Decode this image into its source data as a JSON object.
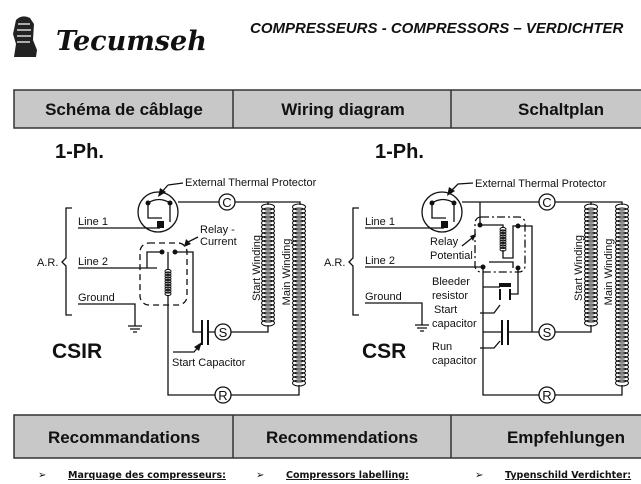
{
  "header": {
    "logo_text": "Tecumseh",
    "title": "COMPRESSEURS - COMPRESSORS – VERDICHTER"
  },
  "section1": {
    "columns": [
      "Schéma de câblage",
      "Wiring diagram",
      "Schaltplan"
    ]
  },
  "diagram_csir": {
    "phase": "1-Ph.",
    "type": "CSIR",
    "protector": "External Thermal Protector",
    "relay": [
      "Relay -",
      "Current"
    ],
    "line1": "Line 1",
    "line2": "Line 2",
    "ground": "Ground",
    "ar": "A.R.",
    "start_capacitor": "Start Capacitor",
    "start_winding": "Start Winding",
    "main_winding": "Main Winding",
    "terminals": {
      "c": "C",
      "s": "S",
      "r": "R"
    }
  },
  "diagram_csr": {
    "phase": "1-Ph.",
    "type": "CSR",
    "protector": "External Thermal Protector",
    "relay": [
      "Relay",
      "Potential"
    ],
    "bleeder": [
      "Bleeder",
      "resistor"
    ],
    "start_cap": [
      "Start",
      "capacitor"
    ],
    "run_cap": [
      "Run",
      "capacitor"
    ],
    "line1": "Line 1",
    "line2": "Line 2",
    "ground": "Ground",
    "ar": "A.R.",
    "start_winding": "Start Winding",
    "main_winding": "Main Winding",
    "terminals": {
      "c": "C",
      "s": "S",
      "r": "R"
    }
  },
  "section2": {
    "columns": [
      "Recommandations",
      "Recommendations",
      "Empfehlungen"
    ],
    "bullet_icon": "arrowhead-bullet",
    "bullets": [
      "Marquage des compresseurs:",
      "Compressors labelling:",
      "Typenschild Verdichter:"
    ]
  },
  "colors": {
    "header_fill": "#c8c8c8",
    "ink": "#111111"
  }
}
